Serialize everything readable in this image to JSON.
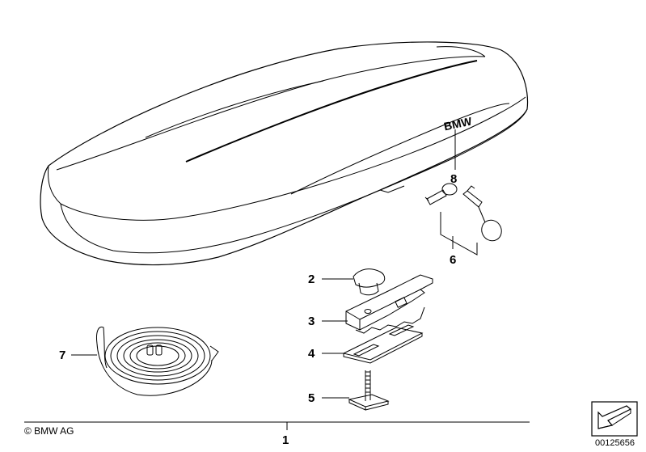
{
  "diagram": {
    "brand_mark": "BMW",
    "callouts": [
      {
        "id": "1",
        "label": "1"
      },
      {
        "id": "2",
        "label": "2"
      },
      {
        "id": "3",
        "label": "3"
      },
      {
        "id": "4",
        "label": "4"
      },
      {
        "id": "5",
        "label": "5"
      },
      {
        "id": "6",
        "label": "6"
      },
      {
        "id": "7",
        "label": "7"
      },
      {
        "id": "8",
        "label": "8"
      }
    ],
    "copyright": "© BMW AG",
    "document_number": "00125656",
    "icons": [
      "roof-box-icon",
      "lock-cylinder-icon",
      "key-icon",
      "knob-icon",
      "clamp-bracket-icon",
      "clamp-plate-icon",
      "t-bolt-icon",
      "tie-down-strap-icon",
      "navigation-arrow-icon"
    ]
  }
}
